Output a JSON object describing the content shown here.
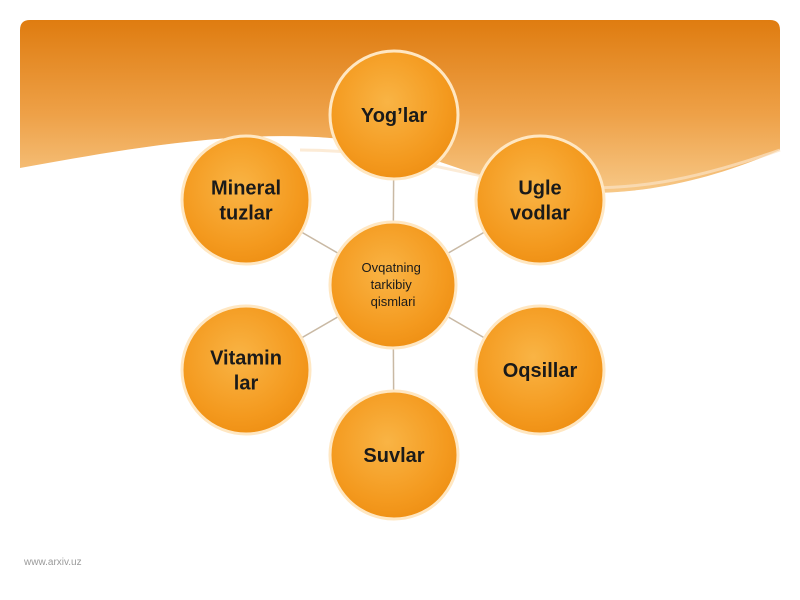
{
  "diagram": {
    "center": {
      "lines": [
        "Ovqatning",
        "tarkibiy",
        "qismlari"
      ]
    },
    "nodes": [
      {
        "id": "yoglar",
        "lines": [
          "Yog’lar"
        ]
      },
      {
        "id": "uglevodlar",
        "lines": [
          "Ugle",
          "vodlar"
        ]
      },
      {
        "id": "oqsillar",
        "lines": [
          "Oqsillar"
        ]
      },
      {
        "id": "suvlar",
        "lines": [
          "Suvlar"
        ]
      },
      {
        "id": "vitaminlar",
        "lines": [
          "Vitamin",
          "lar"
        ]
      },
      {
        "id": "mineral-tuzlar",
        "lines": [
          "Mineral",
          "tuzlar"
        ]
      }
    ]
  },
  "watermark": "www.arxiv.uz",
  "colors": {
    "banner_top": "#e07f12",
    "banner_bottom": "#f6c07a",
    "node_fill": "#f49a1f",
    "node_fill_light": "#f8b13f",
    "node_stroke": "#ffe7c2",
    "connector": "#c9b9a4"
  }
}
